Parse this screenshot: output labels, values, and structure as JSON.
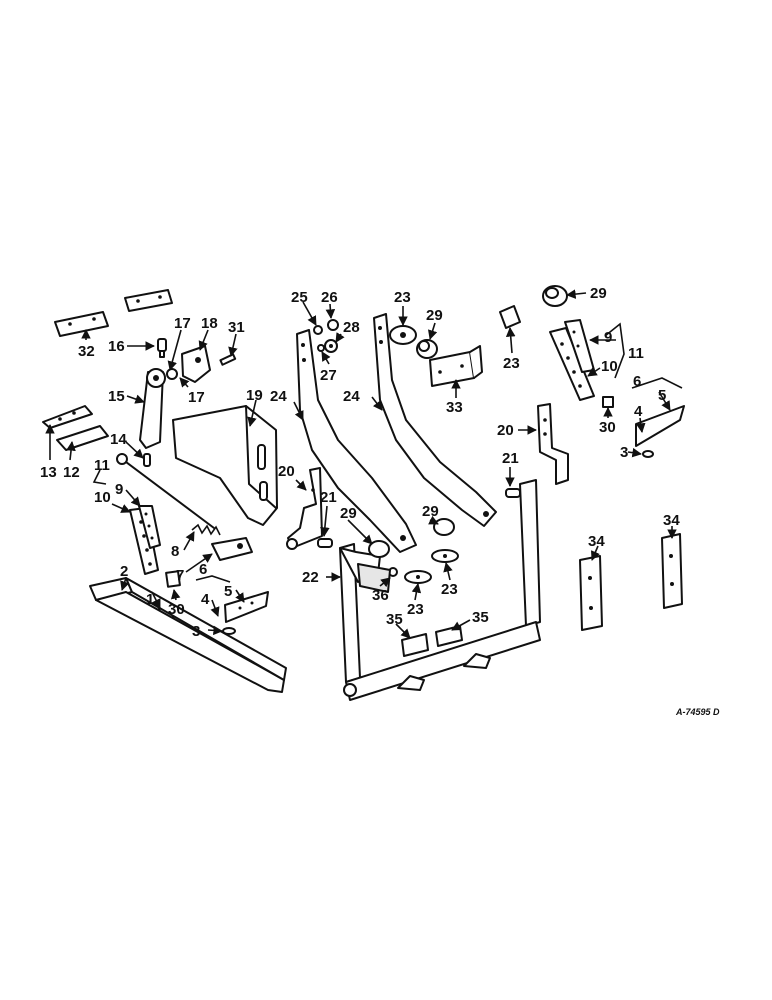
{
  "diagram": {
    "drawing_number": "A-74595 D",
    "callouts": [
      "1",
      "2",
      "3",
      "4",
      "5",
      "6",
      "7",
      "8",
      "9",
      "10",
      "11",
      "12",
      "13",
      "14",
      "15",
      "16",
      "17",
      "18",
      "19",
      "20",
      "21",
      "22",
      "23",
      "24",
      "25",
      "26",
      "27",
      "28",
      "29",
      "30",
      "31",
      "32",
      "33",
      "34",
      "35",
      "36"
    ],
    "colors": {
      "line": "#111111",
      "background": "#ffffff",
      "shade": "#e6e6e6"
    }
  }
}
